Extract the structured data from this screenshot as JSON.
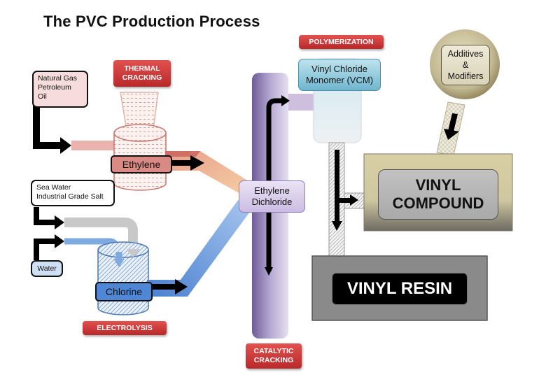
{
  "title": "The PVC Production Process",
  "process_labels": {
    "thermal_cracking": [
      "THERMAL",
      "CRACKING"
    ],
    "polymerization": "POLYMERIZATION",
    "electrolysis": "ELECTROLYSIS",
    "catalytic_cracking": [
      "CATALYTIC",
      "CRACKING"
    ]
  },
  "inputs": {
    "hydrocarbons": [
      "Natural Gas",
      "Petroleum",
      "Oil"
    ],
    "salt": [
      "Sea Water",
      "Industrial Grade Salt"
    ],
    "water": "Water"
  },
  "intermediates": {
    "ethylene": "Ethylene",
    "chlorine": "Chlorine",
    "edc": [
      "Ethylene",
      "Dichloride"
    ],
    "vcm": [
      "Vinyl Chloride",
      "Monomer (VCM)"
    ],
    "additives": [
      "Additives",
      "&",
      "Modifiers"
    ]
  },
  "products": {
    "vinyl_compound": [
      "VINYL",
      "COMPOUND"
    ],
    "vinyl_resin": "VINYL RESIN"
  },
  "colors": {
    "process_red": "#c93434",
    "ethylene_pink": "#d9857f",
    "chlorine_blue": "#4f86d6",
    "edc_purple": "#8d7bb5",
    "vcm_cyan": "#7fc4d8",
    "additive_tan": "#b8ad82",
    "compound_gray": "#b6b6b6",
    "resin_gray": "#8a8a8a"
  }
}
